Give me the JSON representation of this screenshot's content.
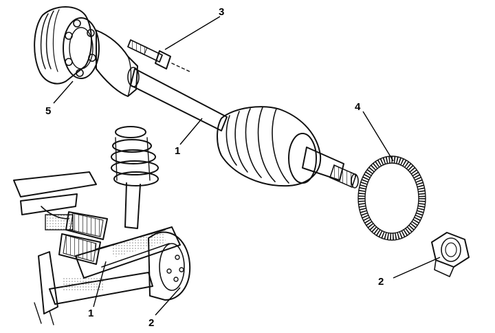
{
  "callouts": {
    "bolt": "3",
    "axle_shaft": "1",
    "inner_flange": "5",
    "tone_ring": "4",
    "hub_nut": "2",
    "axle_in_vehicle": "1",
    "nut_in_vehicle": "2"
  }
}
